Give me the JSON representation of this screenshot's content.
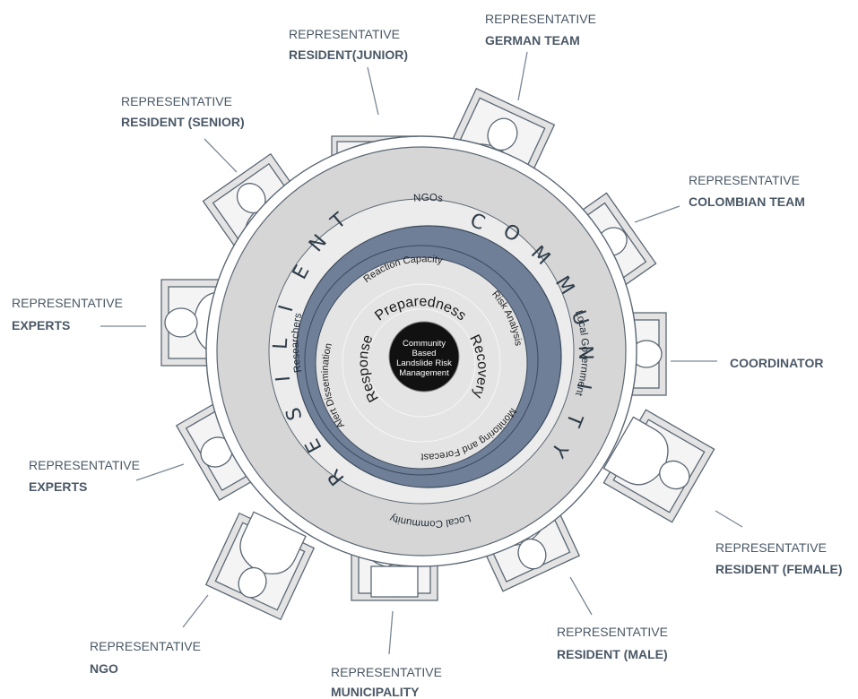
{
  "roles": [
    {
      "id": "resident-junior",
      "line1": "REPRESENTATIVE",
      "line2": "RESIDENT(JUNIOR)"
    },
    {
      "id": "german-team",
      "line1": "REPRESENTATIVE",
      "line2": "GERMAN TEAM"
    },
    {
      "id": "resident-senior",
      "line1": "REPRESENTATIVE",
      "line2": "RESIDENT (SENIOR)"
    },
    {
      "id": "colombian-team",
      "line1": "REPRESENTATIVE",
      "line2": "COLOMBIAN TEAM"
    },
    {
      "id": "experts-upper",
      "line1": "REPRESENTATIVE",
      "line2": "EXPERTS"
    },
    {
      "id": "coordinator",
      "line1": "",
      "line2": "COORDINATOR"
    },
    {
      "id": "experts-lower",
      "line1": "REPRESENTATIVE",
      "line2": "EXPERTS"
    },
    {
      "id": "resident-female",
      "line1": "REPRESENTATIVE",
      "line2": "RESIDENT (FEMALE)"
    },
    {
      "id": "ngo",
      "line1": "REPRESENTATIVE",
      "line2": "NGO"
    },
    {
      "id": "resident-male",
      "line1": "REPRESENTATIVE",
      "line2": "RESIDENT (MALE)"
    },
    {
      "id": "municipality",
      "line1": "REPRESENTATIVE",
      "line2": "MUNICIPALITY"
    }
  ],
  "outer_ring": {
    "word_left": "RESILIENT",
    "word_right": "COMMUNITY"
  },
  "band": {
    "top": "NGOs",
    "right": "Local Government",
    "bottom": "Local Community",
    "left": "Researchers"
  },
  "inner": {
    "top": "Reaction Capacity",
    "right": "Risk Analysis",
    "bottom": "Monitoring and Forecast",
    "left": "Alert Dissemination"
  },
  "phases": {
    "top": "Preparedness",
    "right": "Recovery",
    "left": "Response"
  },
  "center": [
    "Community",
    "Based",
    "Landslide Risk",
    "Management"
  ],
  "colors": {
    "label": "#4a5866",
    "band": "#6f7f98",
    "outer_ring": "#d6d6d6",
    "inner_disc": "#e4e4e4",
    "center": "#111111",
    "furniture": "#e3e3e3"
  }
}
